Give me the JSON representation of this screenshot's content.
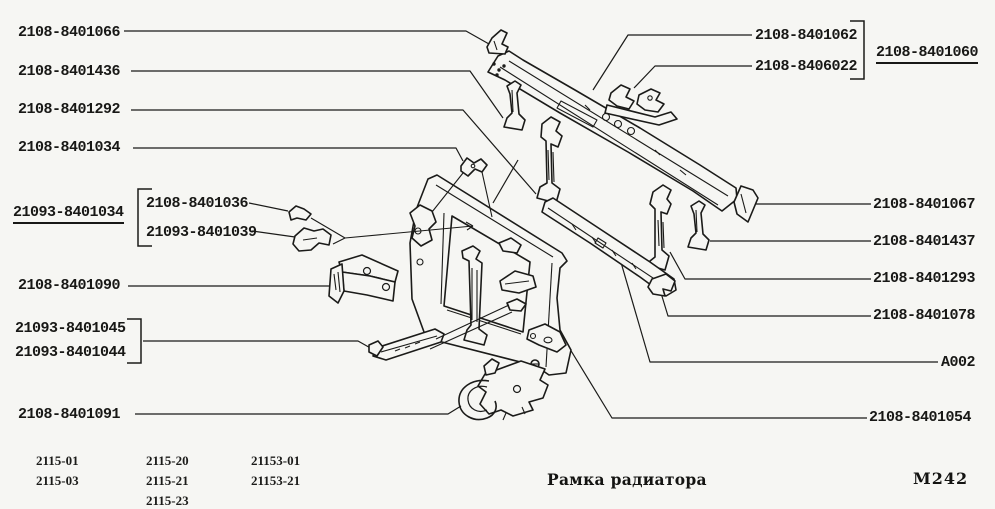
{
  "colors": {
    "ink": "#1b1b19",
    "paper": "#f6f6f3"
  },
  "labels": {
    "left": [
      "2108-8401066",
      "2108-8401436",
      "2108-8401292",
      "2108-8401034",
      "21093-8401034",
      "2108-8401036",
      "21093-8401039",
      "2108-8401090",
      "21093-8401045",
      "21093-8401044",
      "2108-8401091"
    ],
    "right": [
      "2108-8401062",
      "2108-8406022",
      "2108-8401060",
      "2108-8401067",
      "2108-8401437",
      "2108-8401293",
      "2108-8401078",
      "A002",
      "2108-8401054"
    ]
  },
  "footer": {
    "models": {
      "col1": [
        "2115-01",
        "2115-03"
      ],
      "col2": [
        "2115-20",
        "2115-21",
        "2115-23"
      ],
      "col3": [
        "21153-01",
        "21153-21"
      ]
    },
    "caption": "Рамка радиатора",
    "sheet_code": "M242"
  }
}
